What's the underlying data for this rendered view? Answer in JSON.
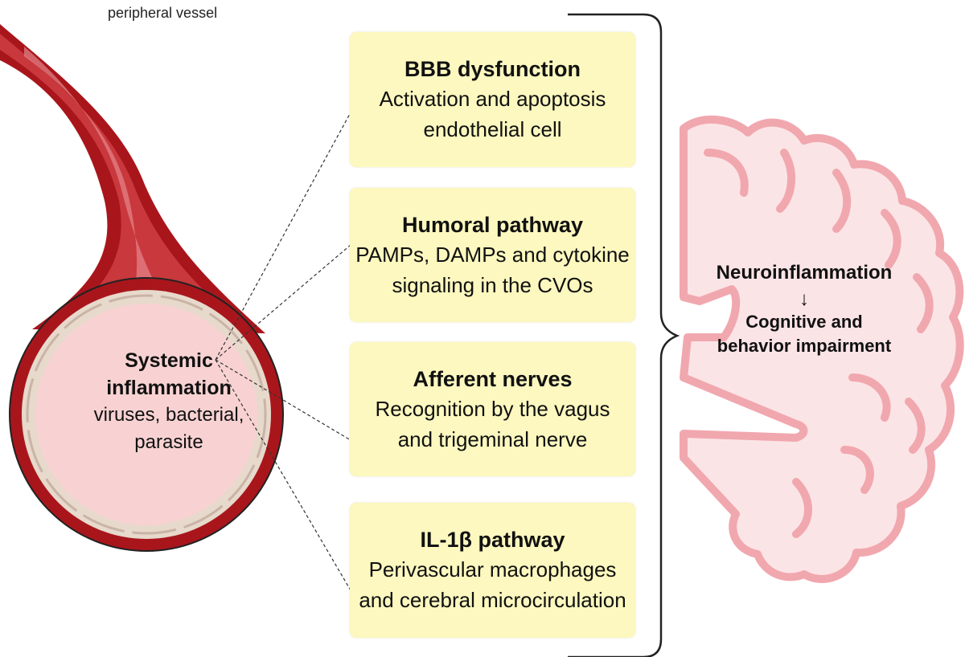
{
  "vessel_label": "peripheral vessel",
  "systemic": {
    "title_line1": "Systemic",
    "title_line2": "inflammation",
    "sub_line1": "viruses, bacterial,",
    "sub_line2": "parasite"
  },
  "pathways": [
    {
      "title": "BBB dysfunction",
      "line1": "Activation and apoptosis",
      "line2": "endothelial cell"
    },
    {
      "title": "Humoral pathway",
      "line1": "PAMPs, DAMPs and cytokine",
      "line2": "signaling in the CVOs"
    },
    {
      "title": "Afferent nerves",
      "line1": "Recognition by the vagus",
      "line2": "and trigeminal nerve"
    },
    {
      "title": "IL-1β pathway",
      "line1": "Perivascular macrophages",
      "line2": "and cerebral microcirculation"
    }
  ],
  "outcome": {
    "title": "Neuroinflammation",
    "sub_line1": "Cognitive and",
    "sub_line2": "behavior impairment"
  },
  "colors": {
    "vessel_dark": "#a8161c",
    "vessel_mid": "#c8383c",
    "vessel_light": "#e5868a",
    "lumen": "#f8d2d2",
    "box_fill": "#fcf8bf",
    "brain_fill": "#fbe4e6",
    "brain_stroke": "#f1a7ae"
  }
}
